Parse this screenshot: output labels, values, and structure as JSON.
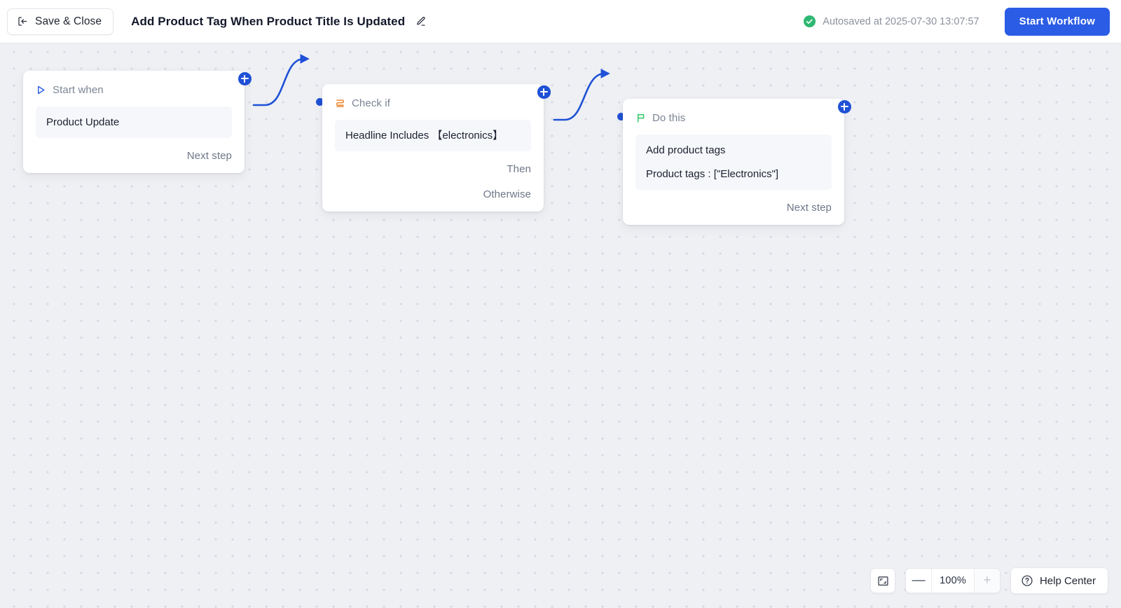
{
  "header": {
    "save_close_label": "Save & Close",
    "save_close_icon": "exit-arrow-icon",
    "title": "Add Product Tag When Product Title Is Updated",
    "edit_icon": "pencil-icon",
    "autosave_text": "Autosaved at 2025-07-30 13:07:57",
    "autosave_icon": "check-circle-icon",
    "autosave_icon_color": "#2eb872",
    "start_workflow_label": "Start Workflow",
    "start_workflow_color": "#2a5ce6"
  },
  "canvas": {
    "background_color": "#eef0f4",
    "dot_color": "#d6d9e3",
    "dot_spacing": 24,
    "accent_color": "#1f51d6"
  },
  "nodes": [
    {
      "id": "trigger",
      "header_label": "Start when",
      "header_icon": "play-triangle-icon",
      "header_icon_color": "#2a5ce6",
      "field_lines": [
        "Product Update"
      ],
      "footers": [
        {
          "label": "Next step",
          "handle": "plus-handle"
        }
      ]
    },
    {
      "id": "condition",
      "header_label": "Check if",
      "header_icon": "branch-condition-icon",
      "header_icon_color": "#f07c1e",
      "field_lines": [
        "Headline Includes  【electronics】"
      ],
      "footers": [
        {
          "label": "Then",
          "handle": "plus-handle"
        },
        {
          "label": "Otherwise",
          "handle": "plus-handle"
        }
      ]
    },
    {
      "id": "action",
      "header_label": "Do this",
      "header_icon": "flag-icon",
      "header_icon_color": "#22c55e",
      "field_lines": [
        "Add product tags",
        "Product tags : [\"Electronics\"]"
      ],
      "footers": [
        {
          "label": "Next step",
          "handle": "plus-handle"
        }
      ]
    }
  ],
  "toolbar": {
    "fit_screen_icon": "fit-to-screen-icon",
    "zoom_out_label": "—",
    "zoom_level": "100%",
    "zoom_in_label": "+",
    "help_center_label": "Help Center",
    "help_icon": "question-circle-icon"
  }
}
